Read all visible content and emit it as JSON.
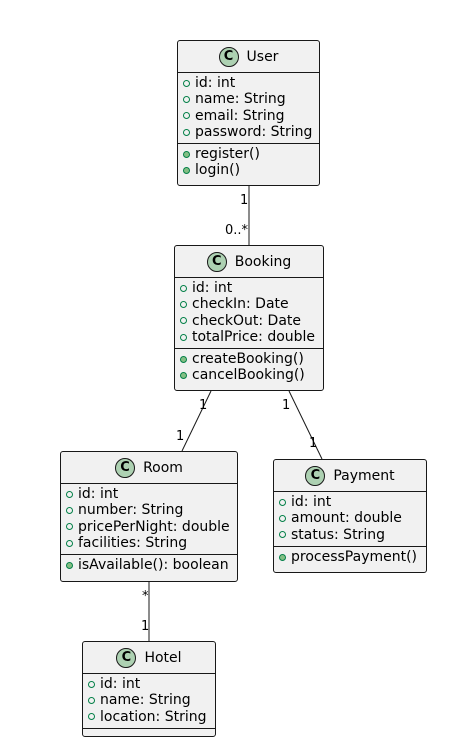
{
  "classes": {
    "user": {
      "stereotype_letter": "C",
      "name": "User",
      "attributes": [
        "id: int",
        "name: String",
        "email: String",
        "password: String"
      ],
      "operations": [
        "register()",
        "login()"
      ]
    },
    "booking": {
      "stereotype_letter": "C",
      "name": "Booking",
      "attributes": [
        "id: int",
        "checkIn: Date",
        "checkOut: Date",
        "totalPrice: double"
      ],
      "operations": [
        "createBooking()",
        "cancelBooking()"
      ]
    },
    "room": {
      "stereotype_letter": "C",
      "name": "Room",
      "attributes": [
        "id: int",
        "number: String",
        "pricePerNight: double",
        "facilities: String"
      ],
      "operations": [
        "isAvailable(): boolean"
      ]
    },
    "payment": {
      "stereotype_letter": "C",
      "name": "Payment",
      "attributes": [
        "id: int",
        "amount: double",
        "status: String"
      ],
      "operations": [
        "processPayment()"
      ]
    },
    "hotel": {
      "stereotype_letter": "C",
      "name": "Hotel",
      "attributes": [
        "id: int",
        "name: String",
        "location: String"
      ],
      "operations": []
    }
  },
  "associations": [
    {
      "from": "User",
      "to": "Booking",
      "from_mult": "1",
      "to_mult": "0..*"
    },
    {
      "from": "Booking",
      "to": "Room",
      "from_mult": "1",
      "to_mult": "1"
    },
    {
      "from": "Booking",
      "to": "Payment",
      "from_mult": "1",
      "to_mult": "1"
    },
    {
      "from": "Room",
      "to": "Hotel",
      "from_mult": "*",
      "to_mult": "1"
    }
  ],
  "colors": {
    "class_fill": "#f1f1f1",
    "border": "#181818",
    "class_badge": "#add1b2",
    "operation_marker": "#84be84"
  }
}
